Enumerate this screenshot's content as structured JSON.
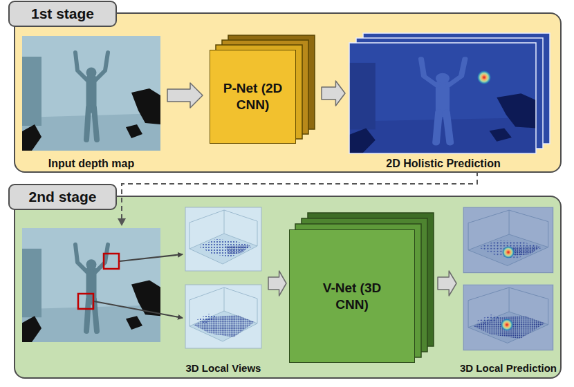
{
  "diagram": {
    "nodes": [
      {
        "text": [
          "1st stage"
        ]
      },
      {
        "text": [
          "Input depth map"
        ],
        "in": 0
      },
      {
        "text": [
          "P-Net (2D CNN)"
        ],
        "in": 0
      },
      {
        "text": [
          "2D Holistic Prediction"
        ],
        "in": 0
      },
      {
        "text": [
          "2nd stage"
        ]
      },
      {
        "text": [
          "3D Local Views"
        ],
        "in": 4
      },
      {
        "text": [
          "V-Net (3D CNN)"
        ],
        "in": 4
      },
      {
        "text": [
          "3D Local Prediction"
        ],
        "in": 4
      }
    ],
    "edges": [
      {
        "from": 1,
        "to": 2,
        "arrow": "to"
      },
      {
        "from": 2,
        "to": 3,
        "arrow": "to"
      },
      {
        "from": 3,
        "to": 4,
        "arrow": "to"
      },
      {
        "from": 5,
        "to": 6,
        "arrow": "to"
      },
      {
        "from": 6,
        "to": 7,
        "arrow": "to"
      }
    ]
  }
}
